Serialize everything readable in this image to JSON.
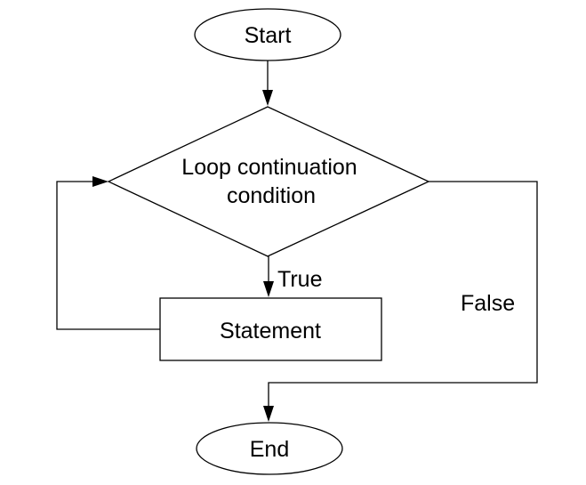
{
  "flowchart": {
    "start": "Start",
    "condition_line1": "Loop continuation",
    "condition_line2": "condition",
    "statement": "Statement",
    "true_label": "True",
    "false_label": "False",
    "end": "End"
  },
  "colors": {
    "stroke": "#000000",
    "background": "#ffffff"
  }
}
